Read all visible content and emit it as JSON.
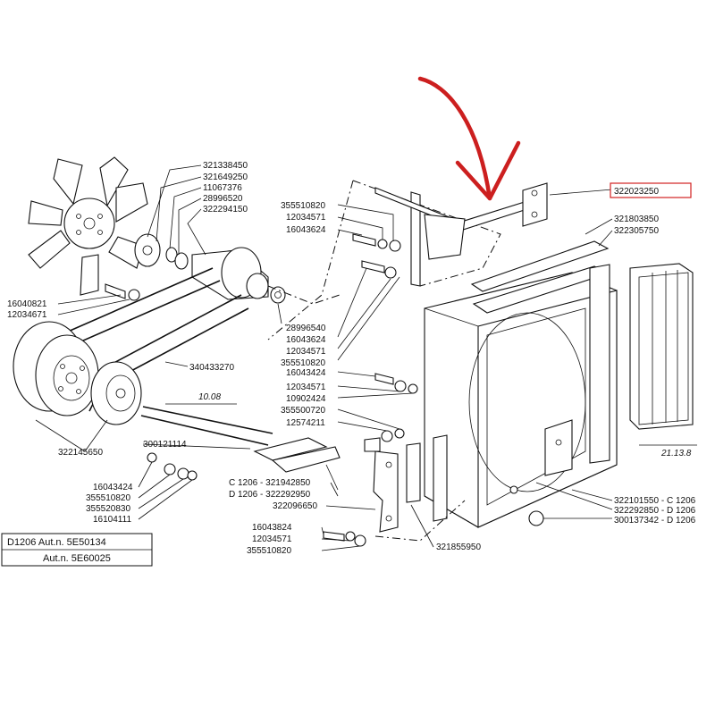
{
  "diagram": {
    "left_labels": [
      {
        "id": "fan_1",
        "text": "321338450"
      },
      {
        "id": "fan_2",
        "text": "321649250"
      },
      {
        "id": "fan_3",
        "text": "11067376"
      },
      {
        "id": "fan_4",
        "text": "28996520"
      },
      {
        "id": "fan_5",
        "text": "322294150"
      },
      {
        "id": "bolt_1",
        "text": "16040821"
      },
      {
        "id": "bolt_2",
        "text": "12034671"
      },
      {
        "id": "belt",
        "text": "340433270"
      },
      {
        "id": "pulley",
        "text": "322145650"
      },
      {
        "id": "pl_1",
        "text": "300121114"
      },
      {
        "id": "pl_2",
        "text": "16043424"
      },
      {
        "id": "pl_3",
        "text": "355510820"
      },
      {
        "id": "pl_4",
        "text": "355520830"
      },
      {
        "id": "pl_5",
        "text": "16104111"
      }
    ],
    "mid_labels": [
      {
        "id": "m_1",
        "text": "355510820"
      },
      {
        "id": "m_2",
        "text": "12034571"
      },
      {
        "id": "m_3",
        "text": "16043624"
      },
      {
        "id": "m_4",
        "text": "28996540"
      },
      {
        "id": "m_5",
        "text": "16043624"
      },
      {
        "id": "m_6",
        "text": "12034571"
      },
      {
        "id": "m_7",
        "text": "355510820"
      },
      {
        "id": "m_8",
        "text": "16043424"
      },
      {
        "id": "m_9",
        "text": "12034571"
      },
      {
        "id": "m_10",
        "text": "10902424"
      },
      {
        "id": "m_11",
        "text": "355500720"
      },
      {
        "id": "m_12",
        "text": "12574211"
      },
      {
        "id": "c_label",
        "text": "C 1206 - 321942850"
      },
      {
        "id": "d_label",
        "text": "D 1206 - 322292950"
      },
      {
        "id": "m_13",
        "text": "322096650"
      },
      {
        "id": "b_1",
        "text": "16043824"
      },
      {
        "id": "b_2",
        "text": "12034571"
      },
      {
        "id": "b_3",
        "text": "355510820"
      },
      {
        "id": "b_4",
        "text": "321855950"
      }
    ],
    "right_labels": [
      {
        "id": "r_highlight",
        "text": "322023250"
      },
      {
        "id": "r_1",
        "text": "321803850"
      },
      {
        "id": "r_2",
        "text": "322305750"
      },
      {
        "id": "r_3",
        "text": "322101550 - C 1206"
      },
      {
        "id": "r_4",
        "text": "322292850 - D 1206"
      },
      {
        "id": "r_5",
        "text": "300137342 - D 1206"
      }
    ],
    "refs": [
      {
        "id": "ref_1",
        "text": "10.08"
      },
      {
        "id": "ref_2",
        "text": "21.13.8"
      }
    ],
    "info_box": {
      "line1": "D1206 Aut.n. 5E50134",
      "line2": "Aut.n. 5E60025"
    },
    "highlight_color": "#d32222",
    "arrow_color": "#cc1f1f"
  }
}
